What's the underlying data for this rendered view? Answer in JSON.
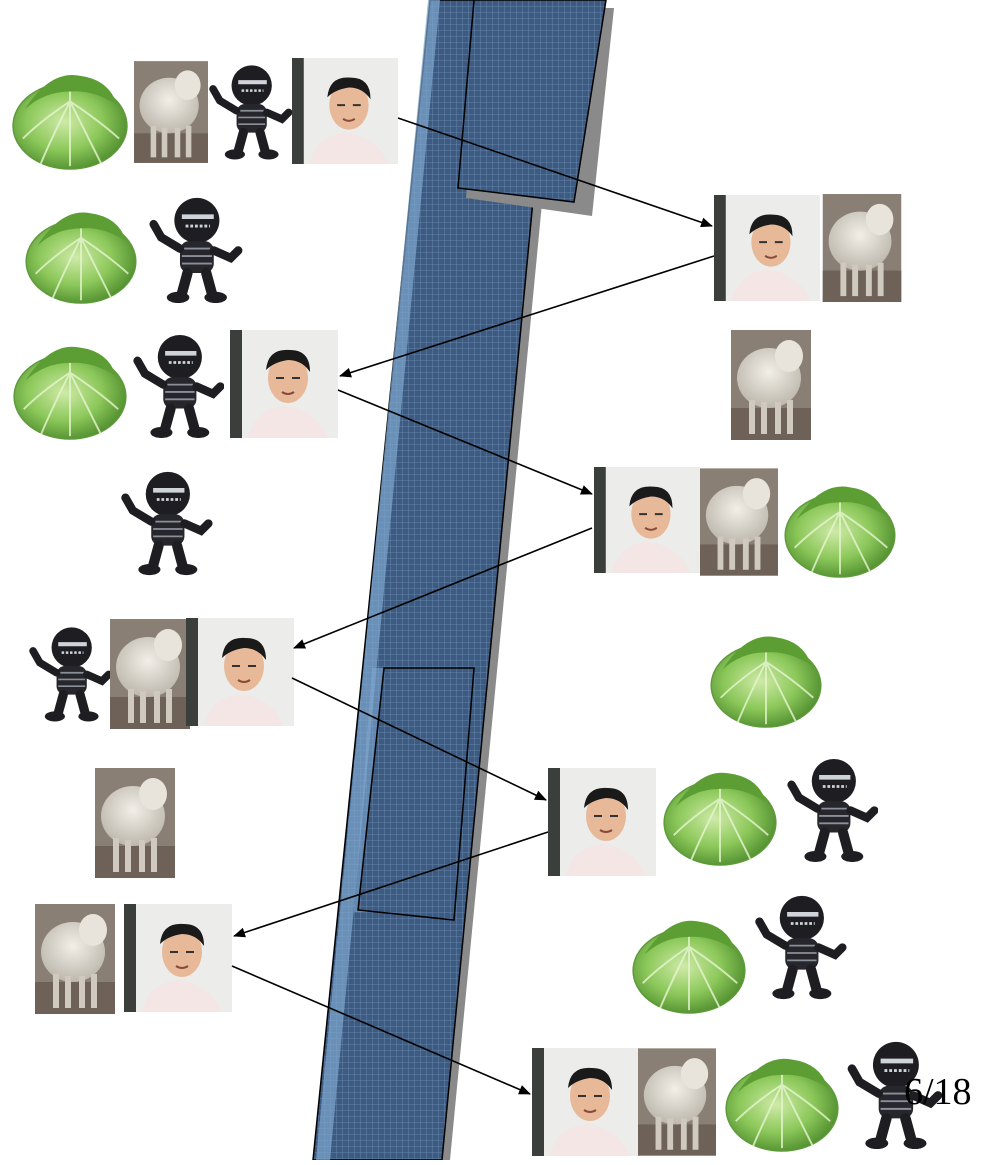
{
  "slide": {
    "page_number": "6/18"
  },
  "puzzle": {
    "characters": [
      "cabbage",
      "sheep",
      "robot",
      "man"
    ],
    "colors": {
      "river": "#3d5a80",
      "river_light": "#7fa6cf",
      "river_shadow": "#8a8a8a",
      "cabbage": "#8cc85a",
      "sheep": "#dcd8d0",
      "robot": "#1e1e22",
      "man_shirt": "#f3e6e4",
      "arrow": "#000000"
    }
  }
}
